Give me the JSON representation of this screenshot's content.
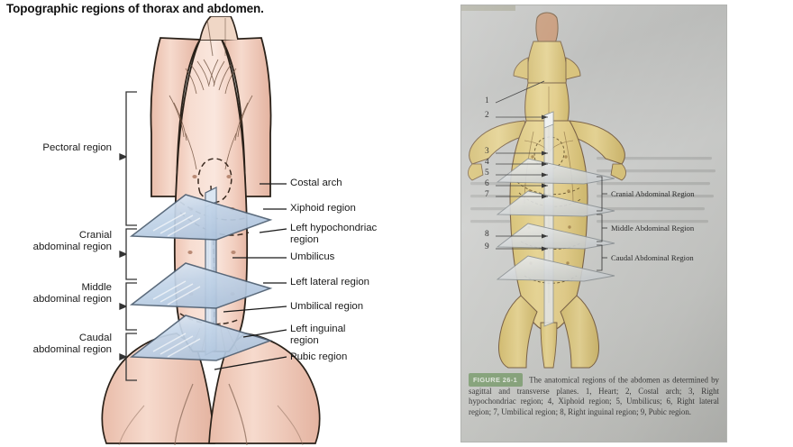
{
  "title": "Topographic regions of thorax and abdomen.",
  "left_figure": {
    "name": "ventral-view-dog-topographic-regions",
    "left_labels": [
      {
        "id": "pectoral-region",
        "text": "Pectoral region"
      },
      {
        "id": "cranial-abdominal-region",
        "text": "Cranial\nabdominal region"
      },
      {
        "id": "middle-abdominal-region",
        "text": "Middle\nabdominal region"
      },
      {
        "id": "caudal-abdominal-region",
        "text": "Caudal\nabdominal region"
      }
    ],
    "right_labels": [
      {
        "id": "costal-arch",
        "text": "Costal arch"
      },
      {
        "id": "xiphoid-region",
        "text": "Xiphoid region"
      },
      {
        "id": "left-hypochondriac-region",
        "text": "Left hypochondriac\nregion"
      },
      {
        "id": "umbilicus",
        "text": "Umbilicus"
      },
      {
        "id": "left-lateral-region",
        "text": "Left lateral region"
      },
      {
        "id": "umbilical-region",
        "text": "Umbilical region"
      },
      {
        "id": "left-inguinal-region",
        "text": "Left inguinal\nregion"
      },
      {
        "id": "pubic-region",
        "text": "Pubic region"
      }
    ]
  },
  "book_panel": {
    "figure_badge": "FIGURE 26-1",
    "caption": "The anatomical regions of the abdomen as determined by sagittal and transverse planes. 1, Heart; 2, Costal arch; 3, Right hypochondriac region; 4, Xiphoid region; 5, Umbilicus; 6, Right lateral region; 7, Umbilical region; 8, Right inguinal region; 9, Pubic region.",
    "region_labels": [
      {
        "id": "cranial-abdominal-region",
        "text": "Cranial Abdominal Region"
      },
      {
        "id": "middle-abdominal-region",
        "text": "Middle Abdominal Region"
      },
      {
        "id": "caudal-abdominal-region",
        "text": "Caudal Abdominal Region"
      }
    ],
    "callout_numbers": [
      "1",
      "2",
      "3",
      "4",
      "5",
      "6",
      "7",
      "8",
      "9"
    ]
  },
  "colors": {
    "skin": "#f4d9cd",
    "skin_shadow": "#e8bcab",
    "plane_blue": "#c6d7e9",
    "plane_edge": "#6f7f91",
    "book_paper": "#c7c8c5",
    "book_animal": "#e2cf8a",
    "badge_green": "#7f9f72",
    "ink": "#1a1a1a"
  }
}
